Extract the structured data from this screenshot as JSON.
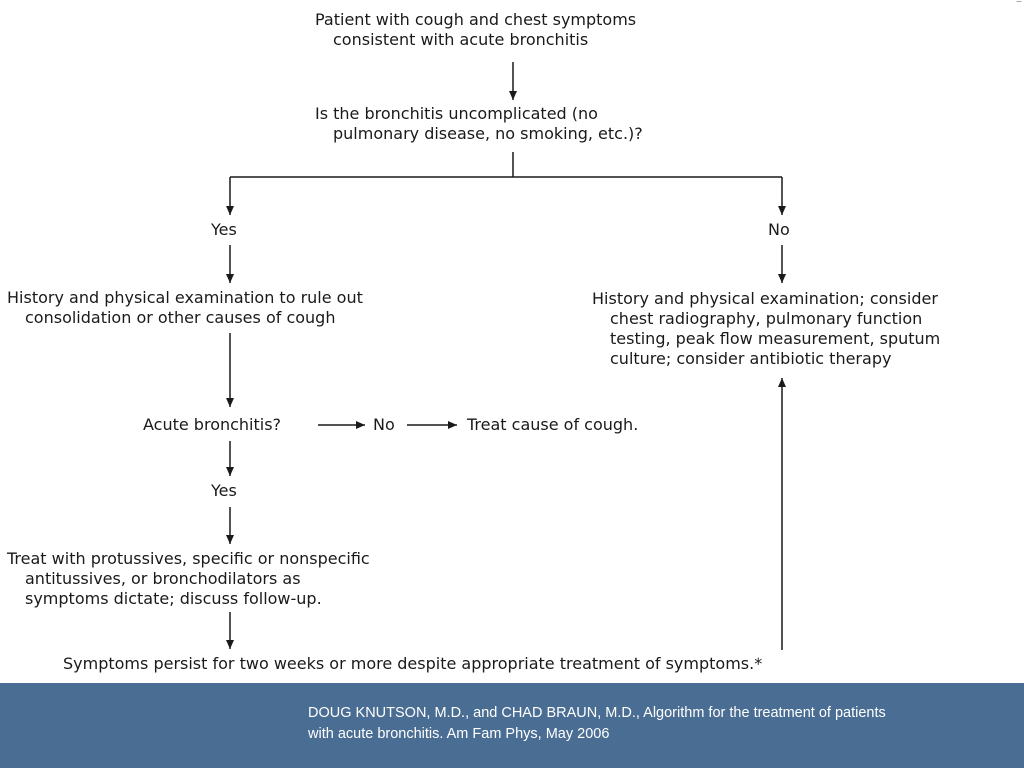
{
  "colors": {
    "text": "#1a1a1a",
    "arrow": "#1a1a1a",
    "footer_bg": "#4a6d93",
    "footer_text": "#ffffff"
  },
  "diagram": {
    "start": {
      "line1": "Patient with cough and chest symptoms",
      "line2": "consistent with acute bronchitis"
    },
    "question": {
      "line1": "Is the bronchitis uncomplicated (no",
      "line2": "pulmonary disease, no smoking, etc.)?"
    },
    "yes_label": "Yes",
    "no_label": "No",
    "history_left": {
      "line1": "History and physical examination to rule out",
      "line2": "consolidation or other causes of cough"
    },
    "history_right": {
      "line1": "History and physical examination; consider",
      "line2": "chest radiography, pulmonary function",
      "line3": "testing, peak flow measurement, sputum",
      "line4": "culture; consider antibiotic therapy"
    },
    "acute_question": "Acute bronchitis?",
    "acute_no": "No",
    "treat_cause": "Treat cause of cough.",
    "acute_yes": "Yes",
    "treat": {
      "line1": "Treat with protussives, specific or nonspecific",
      "line2": "antitussives, or bronchodilators as",
      "line3": "symptoms dictate; discuss follow-up."
    },
    "persist": "Symptoms persist for two weeks or more despite appropriate treatment of symptoms.*"
  },
  "citation": {
    "line1": "DOUG KNUTSON, M.D., and CHAD BRAUN, M.D., Algorithm for the treatment of patients",
    "line2": "with acute bronchitis.  Am Fam Phys, May 2006"
  },
  "corner_mark": "–"
}
